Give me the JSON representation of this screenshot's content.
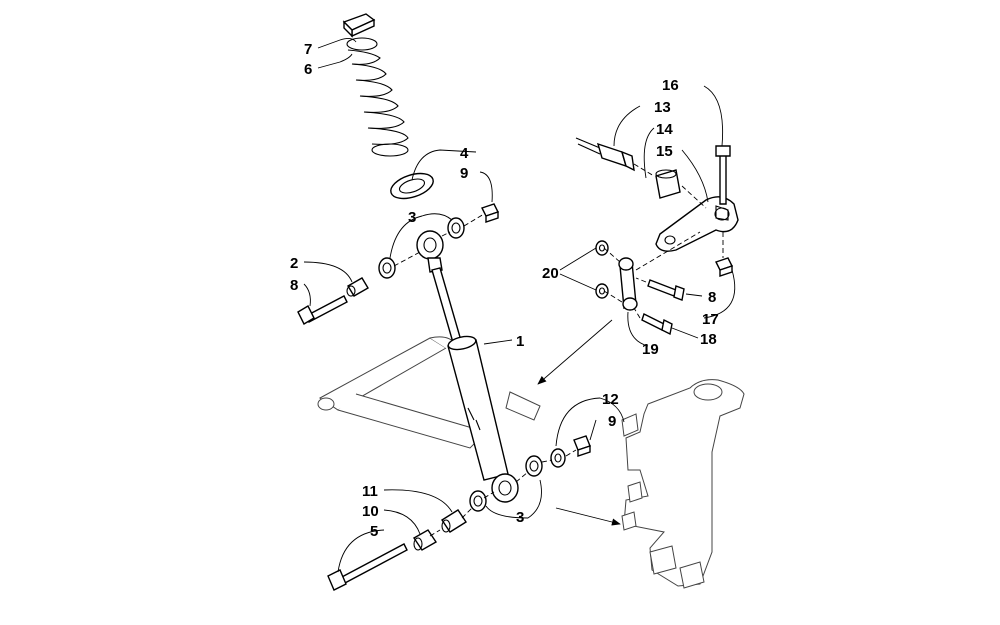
{
  "callouts": {
    "c1": "1",
    "c2": "2",
    "c3a": "3",
    "c3b": "3",
    "c4": "4",
    "c5": "5",
    "c6": "6",
    "c7": "7",
    "c8a": "8",
    "c8b": "8",
    "c9a": "9",
    "c9b": "9",
    "c10": "10",
    "c11": "11",
    "c12": "12",
    "c13": "13",
    "c14": "14",
    "c15": "15",
    "c16": "16",
    "c17": "17",
    "c18": "18",
    "c19": "19",
    "c20": "20"
  }
}
